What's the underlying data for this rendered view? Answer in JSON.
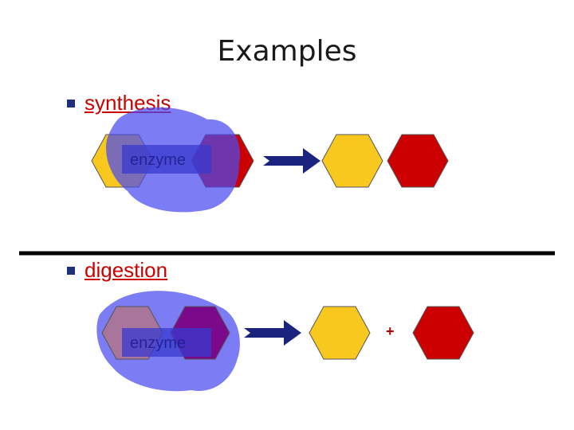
{
  "slide": {
    "title": "Examples",
    "bullets": [
      {
        "label": "synthesis"
      },
      {
        "label": "digestion"
      }
    ],
    "enzyme_label": "enzyme",
    "plus_sign": "+"
  },
  "colors": {
    "background": "#ffffff",
    "title_text": "#1a1a1a",
    "bullet_text": "#cc0000",
    "bullet_marker": "#1f2f7a",
    "enzyme_blob": "#4a4af0",
    "enzyme_box": "#3a3ad0",
    "hex_yellow": "#f9c81e",
    "hex_red": "#cc0000",
    "hex_purple": "#7a0a8a",
    "arrow": "#1a237e",
    "divider": "#000000"
  }
}
